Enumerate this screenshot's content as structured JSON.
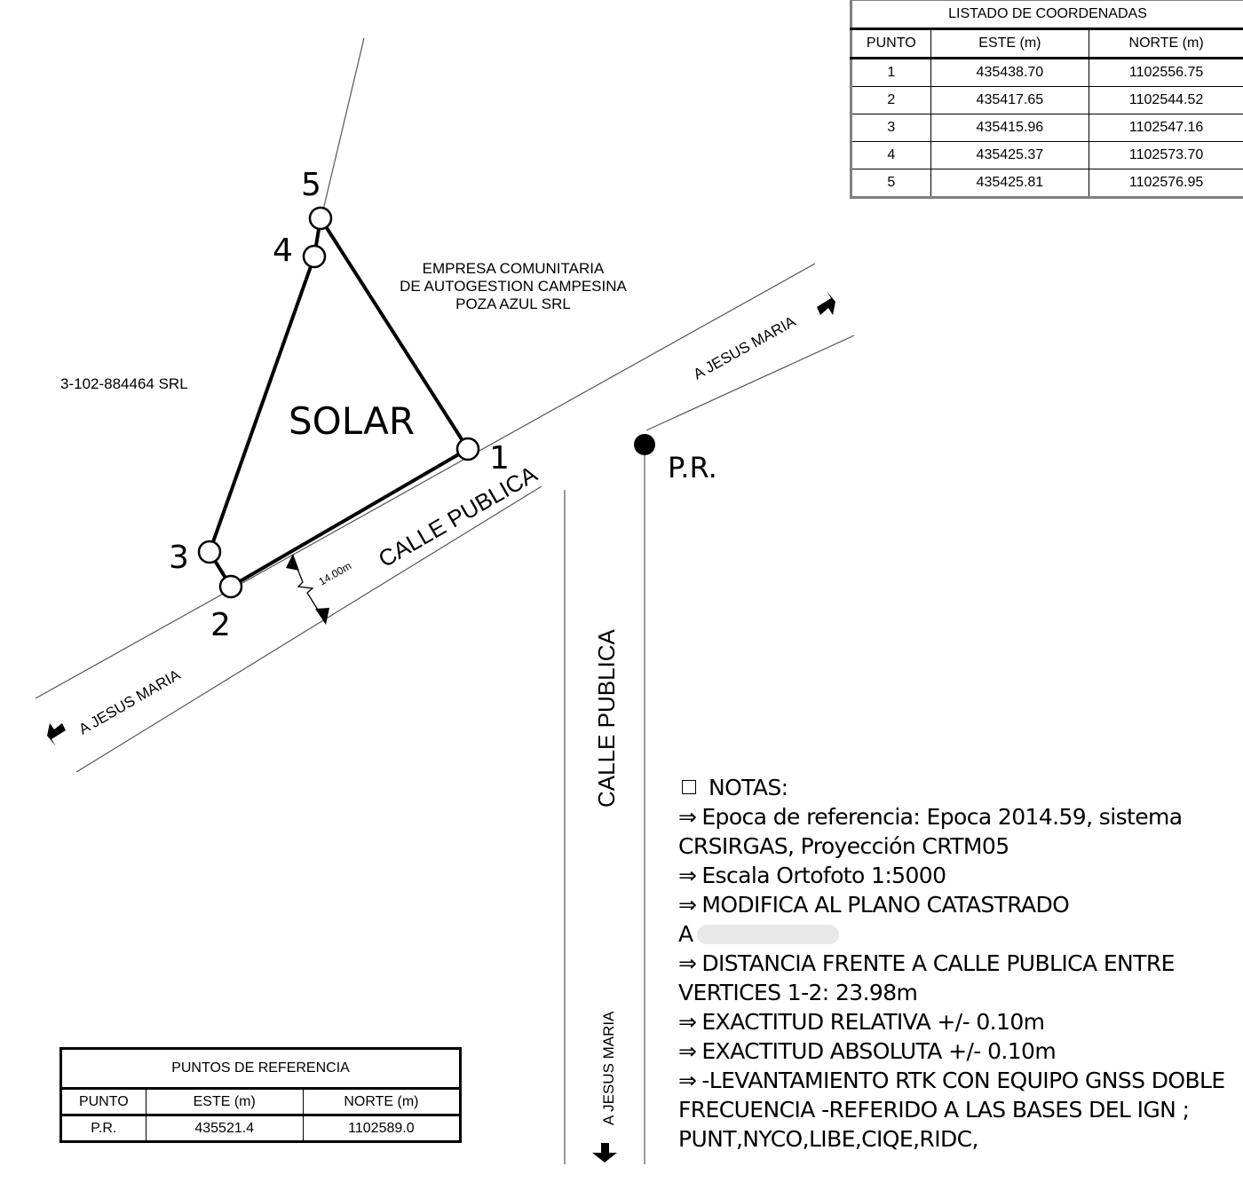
{
  "coord_table": {
    "title": "LISTADO DE COORDENADAS",
    "headers": [
      "PUNTO",
      "ESTE (m)",
      "NORTE (m)"
    ],
    "rows": [
      [
        "1",
        "435438.70",
        "1102556.75"
      ],
      [
        "2",
        "435417.65",
        "1102544.52"
      ],
      [
        "3",
        "435415.96",
        "1102547.16"
      ],
      [
        "4",
        "435425.37",
        "1102573.70"
      ],
      [
        "5",
        "435425.81",
        "1102576.95"
      ]
    ]
  },
  "ref_table": {
    "title": "PUNTOS DE REFERENCIA",
    "headers": [
      "PUNTO",
      "ESTE (m)",
      "NORTE (m)"
    ],
    "rows": [
      [
        "P.R.",
        "435521.4",
        "1102589.0"
      ]
    ]
  },
  "plan": {
    "parcel_label": "SOLAR",
    "vertex_labels": [
      "1",
      "2",
      "3",
      "4",
      "5"
    ],
    "reference_point_label": "P.R.",
    "neighbor_west": "3-102-884464 SRL",
    "neighbor_north": [
      "EMPRESA COMUNITARIA",
      "DE AUTOGESTION CAMPESINA",
      "POZA AZUL SRL"
    ],
    "street_diagonal": "CALLE PUBLICA",
    "street_vertical": "CALLE PUBLICA",
    "direction_ne": "A JESUS MARIA",
    "direction_sw": "A JESUS MARIA",
    "direction_s": "A JESUS MARIA",
    "width_dimension": "14.00m"
  },
  "notes": {
    "heading": "NOTAS:",
    "arrow_glyph": "⇒",
    "items": [
      "Epoca de referencia: Epoca 2014.59, sistema CRSIRGAS, Proyección CRTM05",
      "Escala Ortofoto 1:5000",
      "MODIFICA AL PLANO CATASTRADO",
      "DISTANCIA FRENTE A CALLE PUBLICA ENTRE VERTICES 1-2:  23.98m",
      "EXACTITUD RELATIVA +/- 0.10m",
      "EXACTITUD ABSOLUTA +/- 0.10m",
      "-LEVANTAMIENTO RTK CON EQUIPO GNSS DOBLE FRECUENCIA -REFERIDO A LAS BASES DEL IGN ; PUNT,NYCO,LIBE,CIQE,RIDC,"
    ],
    "redacted_prefix": "A"
  }
}
